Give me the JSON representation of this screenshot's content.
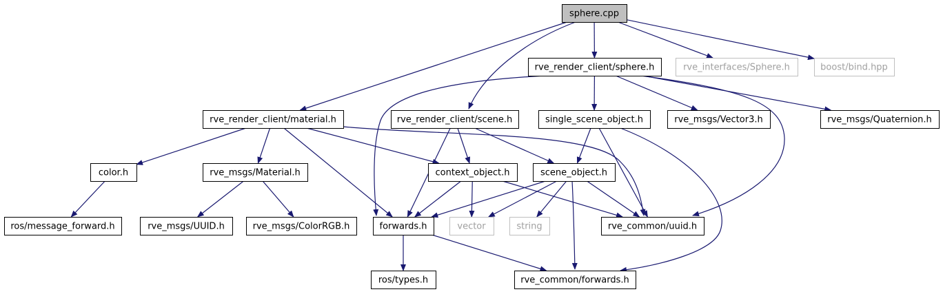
{
  "graph": {
    "edge_color": "#191970",
    "nodes": [
      {
        "id": "sphere_cpp",
        "label": "sphere.cpp",
        "kind": "root"
      },
      {
        "id": "rrc_sphere_h",
        "label": "rve_render_client/sphere.h",
        "kind": "internal"
      },
      {
        "id": "rif_sphere_h",
        "label": "rve_interfaces/Sphere.h",
        "kind": "external"
      },
      {
        "id": "boost_bind",
        "label": "boost/bind.hpp",
        "kind": "external"
      },
      {
        "id": "rrc_material_h",
        "label": "rve_render_client/material.h",
        "kind": "internal"
      },
      {
        "id": "rrc_scene_h",
        "label": "rve_render_client/scene.h",
        "kind": "internal"
      },
      {
        "id": "single_scene_object_h",
        "label": "single_scene_object.h",
        "kind": "internal"
      },
      {
        "id": "msgs_vector3",
        "label": "rve_msgs/Vector3.h",
        "kind": "internal"
      },
      {
        "id": "msgs_quaternion",
        "label": "rve_msgs/Quaternion.h",
        "kind": "internal"
      },
      {
        "id": "color_h",
        "label": "color.h",
        "kind": "internal"
      },
      {
        "id": "msgs_material",
        "label": "rve_msgs/Material.h",
        "kind": "internal"
      },
      {
        "id": "context_object_h",
        "label": "context_object.h",
        "kind": "internal"
      },
      {
        "id": "scene_object_h",
        "label": "scene_object.h",
        "kind": "internal"
      },
      {
        "id": "ros_message_forward",
        "label": "ros/message_forward.h",
        "kind": "internal"
      },
      {
        "id": "msgs_uuid",
        "label": "rve_msgs/UUID.h",
        "kind": "internal"
      },
      {
        "id": "msgs_colorrgb",
        "label": "rve_msgs/ColorRGB.h",
        "kind": "internal"
      },
      {
        "id": "forwards_h",
        "label": "forwards.h",
        "kind": "internal"
      },
      {
        "id": "vector",
        "label": "vector",
        "kind": "external"
      },
      {
        "id": "string",
        "label": "string",
        "kind": "external"
      },
      {
        "id": "common_uuid",
        "label": "rve_common/uuid.h",
        "kind": "internal"
      },
      {
        "id": "ros_types",
        "label": "ros/types.h",
        "kind": "internal"
      },
      {
        "id": "common_forwards",
        "label": "rve_common/forwards.h",
        "kind": "internal"
      }
    ],
    "edges": [
      [
        "sphere_cpp",
        "rrc_sphere_h"
      ],
      [
        "sphere_cpp",
        "rif_sphere_h"
      ],
      [
        "sphere_cpp",
        "boost_bind"
      ],
      [
        "sphere_cpp",
        "rrc_material_h"
      ],
      [
        "sphere_cpp",
        "rrc_scene_h"
      ],
      [
        "rrc_sphere_h",
        "single_scene_object_h"
      ],
      [
        "rrc_sphere_h",
        "msgs_vector3"
      ],
      [
        "rrc_sphere_h",
        "msgs_quaternion"
      ],
      [
        "rrc_sphere_h",
        "forwards_h"
      ],
      [
        "rrc_sphere_h",
        "common_uuid"
      ],
      [
        "rrc_material_h",
        "color_h"
      ],
      [
        "rrc_material_h",
        "msgs_material"
      ],
      [
        "rrc_material_h",
        "context_object_h"
      ],
      [
        "rrc_material_h",
        "forwards_h"
      ],
      [
        "rrc_material_h",
        "common_uuid"
      ],
      [
        "rrc_scene_h",
        "context_object_h"
      ],
      [
        "rrc_scene_h",
        "scene_object_h"
      ],
      [
        "rrc_scene_h",
        "forwards_h"
      ],
      [
        "single_scene_object_h",
        "scene_object_h"
      ],
      [
        "single_scene_object_h",
        "common_uuid"
      ],
      [
        "single_scene_object_h",
        "common_forwards"
      ],
      [
        "color_h",
        "ros_message_forward"
      ],
      [
        "msgs_material",
        "msgs_uuid"
      ],
      [
        "msgs_material",
        "msgs_colorrgb"
      ],
      [
        "context_object_h",
        "forwards_h"
      ],
      [
        "context_object_h",
        "vector"
      ],
      [
        "context_object_h",
        "common_uuid"
      ],
      [
        "scene_object_h",
        "forwards_h"
      ],
      [
        "scene_object_h",
        "vector"
      ],
      [
        "scene_object_h",
        "string"
      ],
      [
        "scene_object_h",
        "common_uuid"
      ],
      [
        "scene_object_h",
        "common_forwards"
      ],
      [
        "forwards_h",
        "ros_types"
      ],
      [
        "forwards_h",
        "common_forwards"
      ]
    ]
  }
}
